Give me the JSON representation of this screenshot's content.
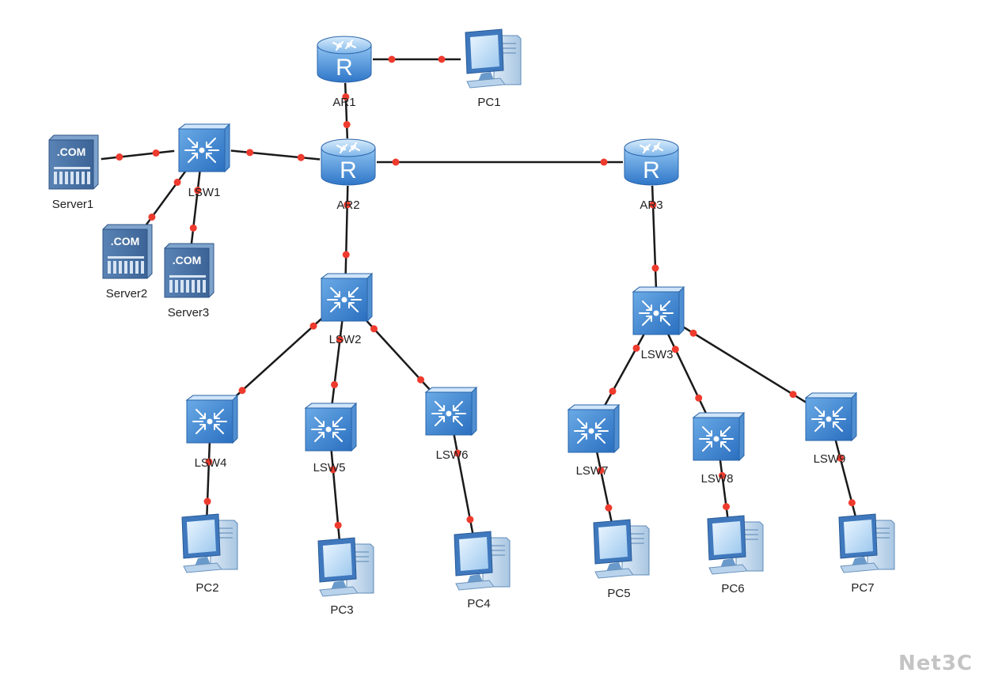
{
  "diagram": {
    "title": "",
    "nodes": [
      {
        "id": "AR1",
        "type": "router",
        "label": "AR1"
      },
      {
        "id": "AR2",
        "type": "router",
        "label": "AR2"
      },
      {
        "id": "AR3",
        "type": "router",
        "label": "AR3"
      },
      {
        "id": "PC1",
        "type": "pc",
        "label": "PC1"
      },
      {
        "id": "LSW1",
        "type": "switch",
        "label": "LSW1"
      },
      {
        "id": "LSW2",
        "type": "switch",
        "label": "LSW2"
      },
      {
        "id": "LSW3",
        "type": "switch",
        "label": "LSW3"
      },
      {
        "id": "LSW4",
        "type": "switch",
        "label": "LSW4"
      },
      {
        "id": "LSW5",
        "type": "switch",
        "label": "LSW5"
      },
      {
        "id": "LSW6",
        "type": "switch",
        "label": "LSW6"
      },
      {
        "id": "LSW7",
        "type": "switch",
        "label": "LSW7"
      },
      {
        "id": "LSW8",
        "type": "switch",
        "label": "LSW8"
      },
      {
        "id": "LSW9",
        "type": "switch",
        "label": "LSW9"
      },
      {
        "id": "Server1",
        "type": "server",
        "label": "Server1",
        "badge": ".COM"
      },
      {
        "id": "Server2",
        "type": "server",
        "label": "Server2",
        "badge": ".COM"
      },
      {
        "id": "Server3",
        "type": "server",
        "label": "Server3",
        "badge": ".COM"
      },
      {
        "id": "PC2",
        "type": "pc",
        "label": "PC2"
      },
      {
        "id": "PC3",
        "type": "pc",
        "label": "PC3"
      },
      {
        "id": "PC4",
        "type": "pc",
        "label": "PC4"
      },
      {
        "id": "PC5",
        "type": "pc",
        "label": "PC5"
      },
      {
        "id": "PC6",
        "type": "pc",
        "label": "PC6"
      },
      {
        "id": "PC7",
        "type": "pc",
        "label": "PC7"
      }
    ],
    "links": [
      [
        "AR1",
        "PC1"
      ],
      [
        "AR1",
        "AR2"
      ],
      [
        "AR2",
        "LSW1"
      ],
      [
        "AR2",
        "AR3"
      ],
      [
        "AR2",
        "LSW2"
      ],
      [
        "AR3",
        "LSW3"
      ],
      [
        "LSW1",
        "Server1"
      ],
      [
        "LSW1",
        "Server2"
      ],
      [
        "LSW1",
        "Server3"
      ],
      [
        "LSW2",
        "LSW4"
      ],
      [
        "LSW2",
        "LSW5"
      ],
      [
        "LSW2",
        "LSW6"
      ],
      [
        "LSW3",
        "LSW7"
      ],
      [
        "LSW3",
        "LSW8"
      ],
      [
        "LSW3",
        "LSW9"
      ],
      [
        "LSW4",
        "PC2"
      ],
      [
        "LSW5",
        "PC3"
      ],
      [
        "LSW6",
        "PC4"
      ],
      [
        "LSW7",
        "PC5"
      ],
      [
        "LSW8",
        "PC6"
      ],
      [
        "LSW9",
        "PC7"
      ]
    ]
  },
  "watermark": "Net3C",
  "colors": {
    "link": "#1a1a1a",
    "port": "#ee3b2e",
    "device": "#4a90d9"
  }
}
